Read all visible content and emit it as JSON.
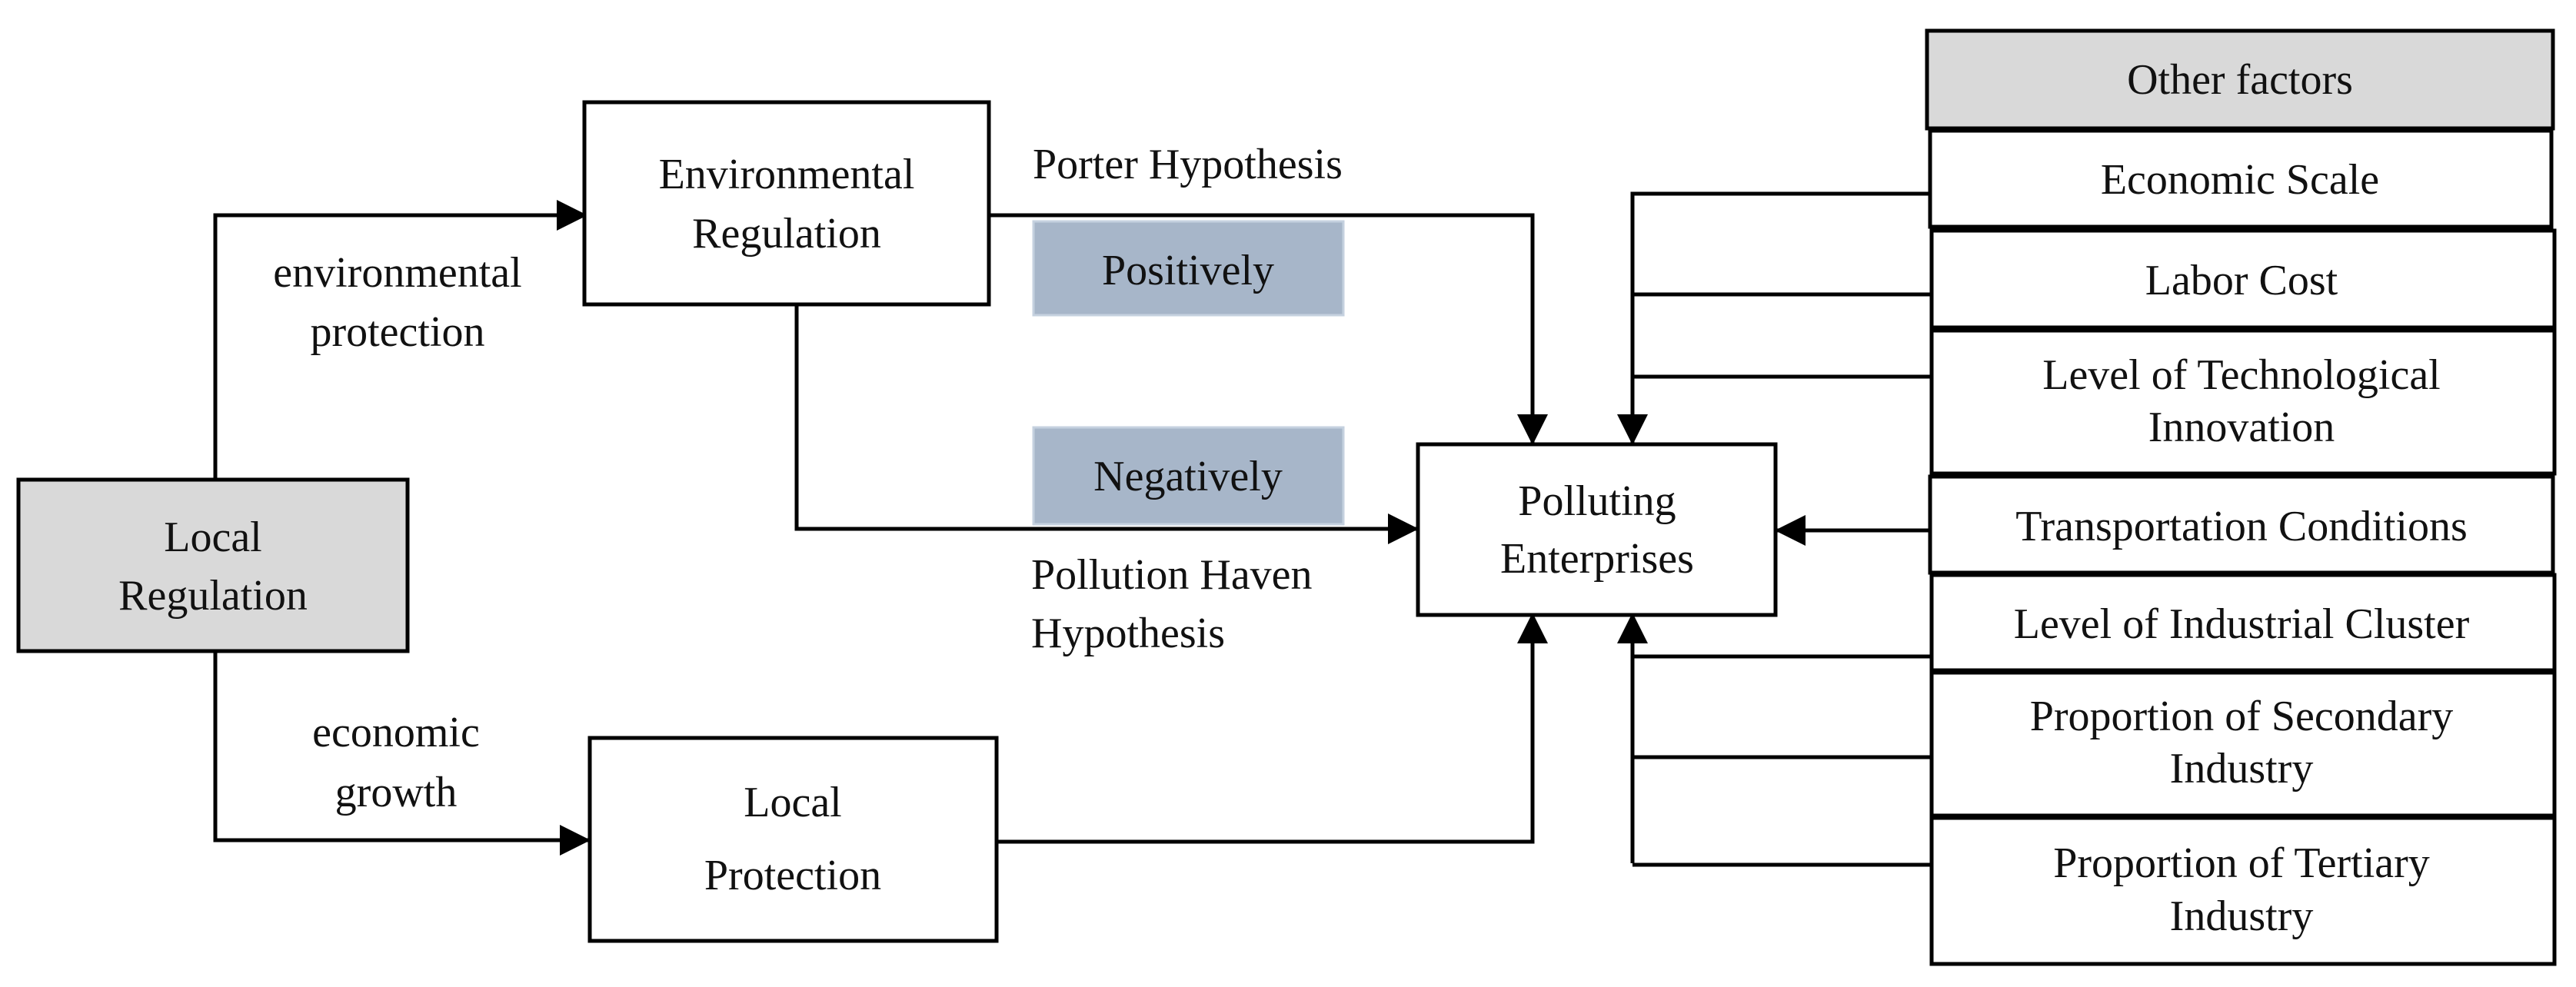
{
  "nodes": {
    "local_regulation": [
      "Local",
      "Regulation"
    ],
    "environmental_regulation": [
      "Environmental",
      "Regulation"
    ],
    "local_protection": [
      "Local",
      "Protection"
    ],
    "polluting_enterprises": [
      "Polluting",
      "Enterprises"
    ]
  },
  "edge_labels": {
    "environmental_protection": [
      "environmental",
      "protection"
    ],
    "economic_growth": [
      "economic",
      "growth"
    ],
    "porter_hypothesis": "Porter Hypothesis",
    "pollution_haven_hypothesis": [
      "Pollution Haven",
      "Hypothesis"
    ]
  },
  "tags": {
    "positively": "Positively",
    "negatively": "Negatively"
  },
  "other_factors": {
    "header": "Other factors",
    "items": [
      [
        "Economic Scale"
      ],
      [
        "Labor Cost"
      ],
      [
        "Level of Technological",
        "Innovation"
      ],
      [
        "Transportation Conditions"
      ],
      [
        "Level of Industrial Cluster"
      ],
      [
        "Proportion of Secondary",
        "Industry"
      ],
      [
        "Proportion of Tertiary",
        "Industry"
      ]
    ]
  },
  "colors": {
    "gray_box": "#d9d9d9",
    "tag_fill": "#a7b6c9",
    "line": "#000000"
  }
}
